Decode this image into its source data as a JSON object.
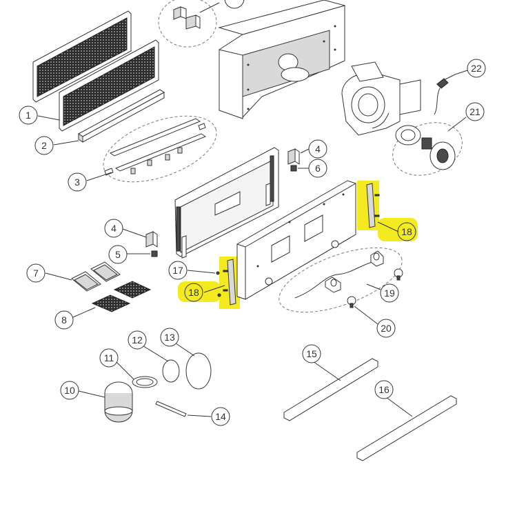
{
  "callouts": {
    "c1": "1",
    "c2": "2",
    "c3": "3",
    "c4a": "4",
    "c4b": "4",
    "c5": "5",
    "c6": "6",
    "c7": "7",
    "c8": "8",
    "c10": "10",
    "c11": "11",
    "c12": "12",
    "c13": "13",
    "c14": "14",
    "c15": "15",
    "c16": "16",
    "c17": "17",
    "c18a": "18",
    "c18b": "18",
    "c19": "19",
    "c20": "20",
    "c21": "21",
    "c22": "22"
  },
  "highlight_color": "#f3ea1f"
}
